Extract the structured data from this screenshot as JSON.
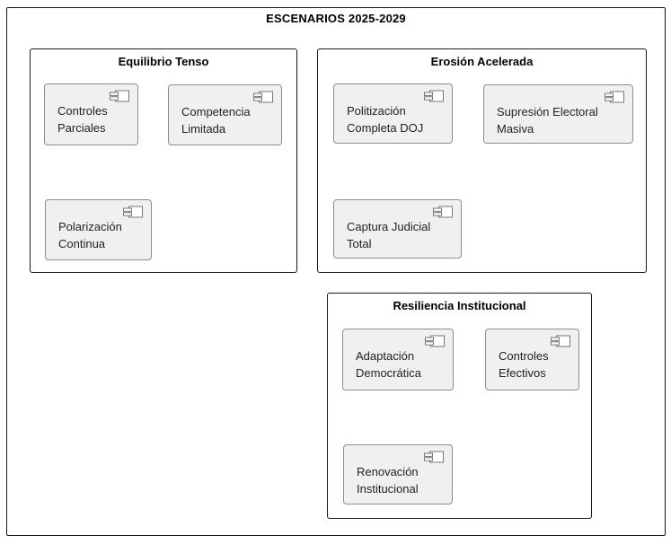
{
  "diagram": {
    "title": "ESCENARIOS 2025-2029",
    "packages": [
      {
        "title": "Equilibrio Tenso",
        "components": [
          {
            "label": "Controles Parciales"
          },
          {
            "label": "Competencia Limitada"
          },
          {
            "label": "Polarización Continua"
          }
        ]
      },
      {
        "title": "Erosión Acelerada",
        "components": [
          {
            "label": "Politización Completa DOJ"
          },
          {
            "label": "Supresión Electoral Masiva"
          },
          {
            "label": "Captura Judicial Total"
          }
        ]
      },
      {
        "title": "Resiliencia Institucional",
        "components": [
          {
            "label": "Adaptación Democrática"
          },
          {
            "label": "Controles Efectivos"
          },
          {
            "label": "Renovación Institucional"
          }
        ]
      }
    ],
    "colors": {
      "component_fill": "#f0f0f0",
      "component_border": "#8d8d8d",
      "package_border": "#1a1a1a",
      "frame_border": "#141414",
      "text": "#222222"
    }
  }
}
